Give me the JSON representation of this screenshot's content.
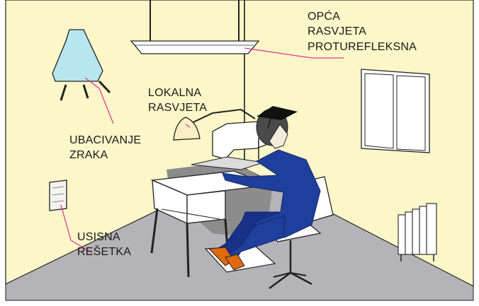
{
  "labels": {
    "general_lighting": [
      "OPĆA",
      "RASVJETA",
      "PROTUREFLEKSNA"
    ],
    "local_lighting": [
      "LOKALNA",
      "RASVJETA"
    ],
    "air_supply": [
      "UBACIVANJE",
      "ZRAKA"
    ],
    "exhaust_grille": [
      "USISNA",
      "REŠETKA"
    ]
  },
  "colors": {
    "wall": "#fcf6c8",
    "floor": "#b4b4b8",
    "suit": "#1f3f9c",
    "shadow": "#8c8c8c",
    "vent": "#b8e6f0",
    "leader_line": "#e0389a",
    "lamp_shade": "#f8f0c4",
    "shoe": "#e06a10"
  }
}
